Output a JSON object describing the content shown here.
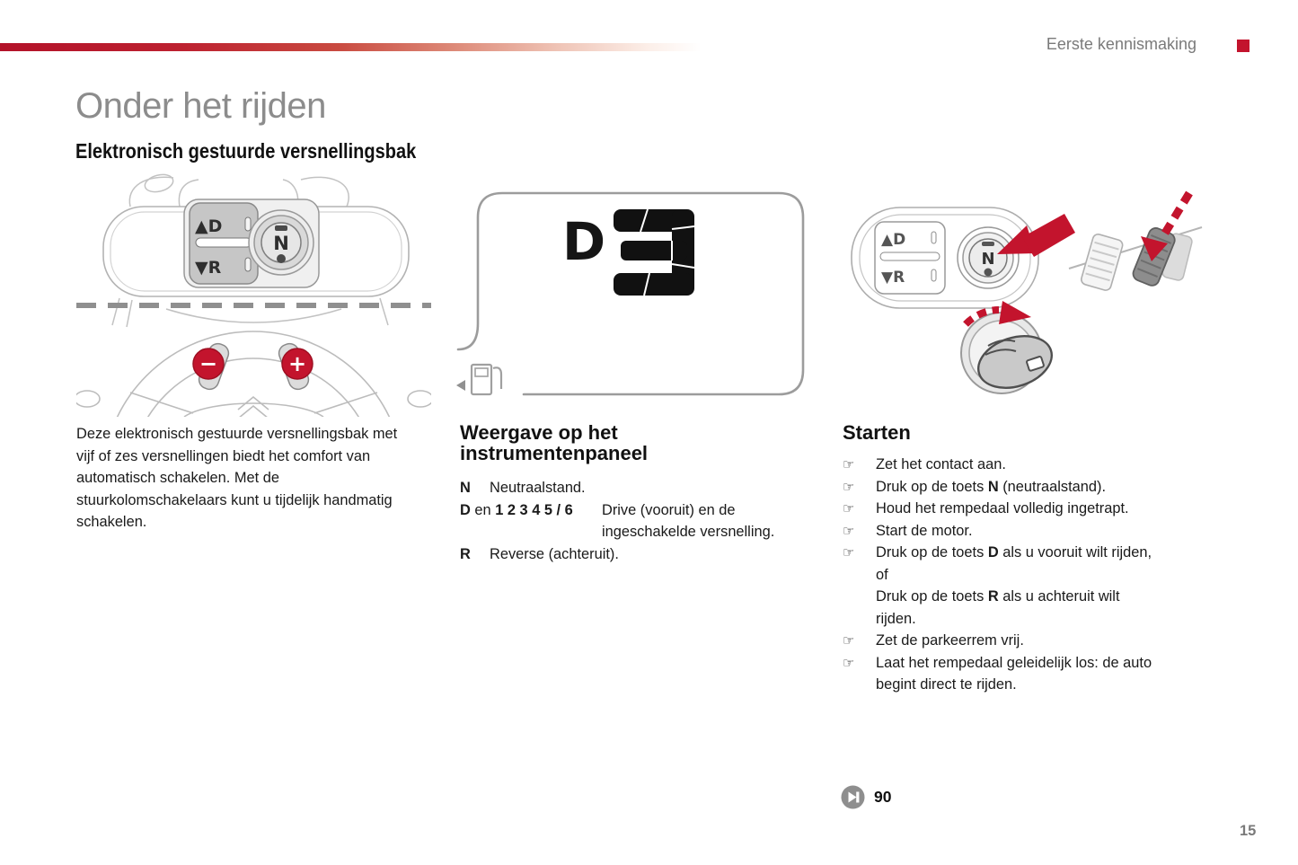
{
  "header": {
    "section_label": "Eerste kennismaking"
  },
  "page": {
    "title": "Onder het rijden",
    "subtitle": "Elektronisch gestuurde versnellingsbak",
    "number": "15"
  },
  "gearbox_intro": {
    "paragraph": "Deze elektronisch gestuurde versnellingsbak met vijf of zes versnellingen biedt het comfort van automatisch schakelen. Met de stuurkolomschakelaars kunt u tijdelijk handmatig schakelen."
  },
  "selector": {
    "drive_label": "▲D",
    "reverse_label": "▼R",
    "neutral_label": "N"
  },
  "paddles": {
    "minus": "−",
    "plus": "+"
  },
  "instrument_display": {
    "gear_letter": "D",
    "gear_number": "3"
  },
  "display_section": {
    "heading": "Weergave op het instrumentenpaneel",
    "legend": [
      {
        "term": "N",
        "definition": "Neutraalstand."
      },
      {
        "term_d": "D",
        "term_en": "en",
        "term_gears": "1 2 3 4 5 / 6",
        "definition": "Drive (vooruit) en de ingeschakelde versnelling."
      },
      {
        "term": "R",
        "definition": "Reverse (achteruit)."
      }
    ]
  },
  "starting_section": {
    "heading": "Starten",
    "bullet_glyph": "☞",
    "steps": [
      {
        "parts": [
          {
            "t": "Zet het contact aan."
          }
        ]
      },
      {
        "parts": [
          {
            "t": "Druk op de toets "
          },
          {
            "t": "N"
          },
          {
            "t": " (neutraalstand)."
          }
        ]
      },
      {
        "parts": [
          {
            "t": "Houd het rempedaal volledig ingetrapt."
          }
        ]
      },
      {
        "parts": [
          {
            "t": "Start de motor."
          }
        ]
      },
      {
        "parts": [
          {
            "t": "Druk op de toets "
          },
          {
            "t": "D"
          },
          {
            "t": " als u vooruit wilt rijden,"
          },
          {
            "t": "of"
          },
          {
            "t": "Druk op de toets "
          },
          {
            "t": "R"
          },
          {
            "t": " als u achteruit wilt"
          },
          {
            "t": "rijden."
          }
        ]
      },
      {
        "parts": [
          {
            "t": "Zet de parkeerrem vrij."
          }
        ]
      },
      {
        "parts": [
          {
            "t": "Laat het rempedaal geleidelijk los: de auto"
          },
          {
            "t": "begint direct te rijden."
          }
        ]
      }
    ]
  },
  "footer": {
    "reference_page": "90"
  },
  "colors": {
    "accent_red": "#c3142d",
    "title_gray": "#8c8c8c"
  }
}
